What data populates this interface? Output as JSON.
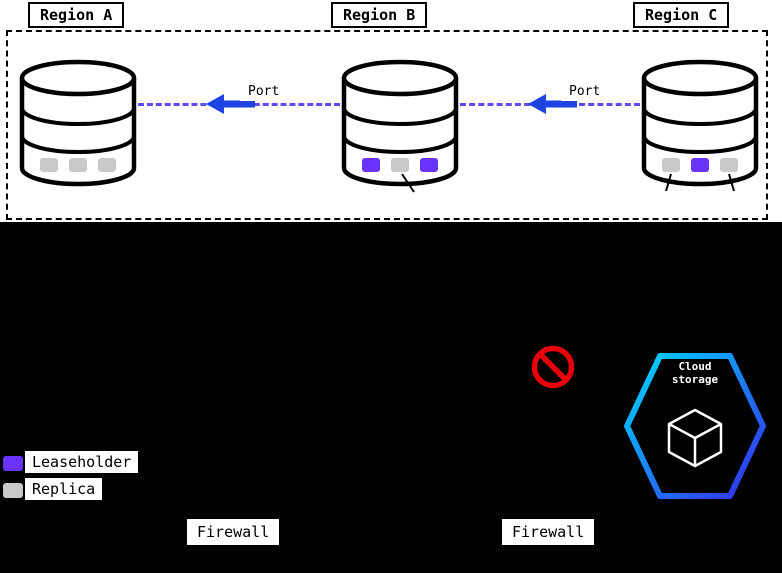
{
  "colors": {
    "leaseholder": "#6933ff",
    "replica": "#c9c9c9",
    "replication_line": "#5b4bf0",
    "port_arrow": "#1d43e0",
    "no_symbol": "#e8000d",
    "cloud_hex_gradient_start": "#00d9ff",
    "cloud_hex_gradient_end": "#3629ee"
  },
  "regions_panel": {
    "databases": [
      {
        "label": "Region A",
        "squares": [
          {
            "color": "#c9c9c9"
          },
          {
            "color": "#c9c9c9"
          },
          {
            "color": "#c9c9c9"
          }
        ]
      },
      {
        "label": "Region B",
        "squares": [
          {
            "color": "#6933ff"
          },
          {
            "color": "#c9c9c9"
          },
          {
            "color": "#6933ff"
          }
        ]
      },
      {
        "label": "Region C",
        "squares": [
          {
            "color": "#c9c9c9"
          },
          {
            "color": "#6933ff"
          },
          {
            "color": "#c9c9c9"
          }
        ]
      }
    ],
    "connections": [
      {
        "label": "Port"
      },
      {
        "label": "Port"
      }
    ]
  },
  "legend": {
    "items": [
      {
        "label": "Leaseholder",
        "color": "#6933ff"
      },
      {
        "label": "Replica",
        "color": "#c9c9c9"
      }
    ]
  },
  "firewalls": [
    {
      "label": "Firewall"
    },
    {
      "label": "Firewall"
    }
  ],
  "cloud_storage": {
    "label": "Cloud storage"
  }
}
